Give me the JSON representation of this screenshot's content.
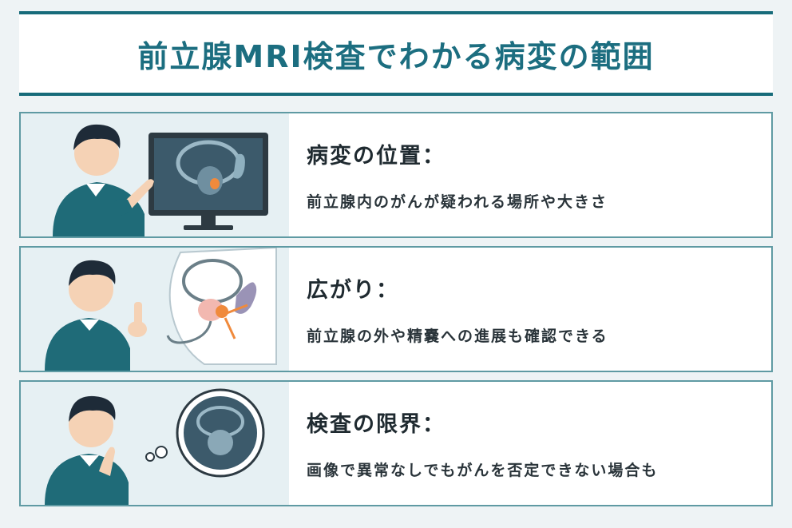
{
  "header": {
    "title": "前立腺MRI検査でわかる病変の範囲"
  },
  "cards": [
    {
      "title": "病変の位置：",
      "desc": "前立腺内のがんが疑われる場所や大きさ"
    },
    {
      "title": "広がり：",
      "desc": "前立腺の外や精嚢への進展も確認できる"
    },
    {
      "title": "検査の限界：",
      "desc": "画像で異常なしでもがんを否定できない場合も"
    }
  ],
  "colors": {
    "accent": "#176b7a",
    "sweater": "#1f6b78",
    "lesion": "#f08a3c",
    "border": "#5f9aa3"
  }
}
